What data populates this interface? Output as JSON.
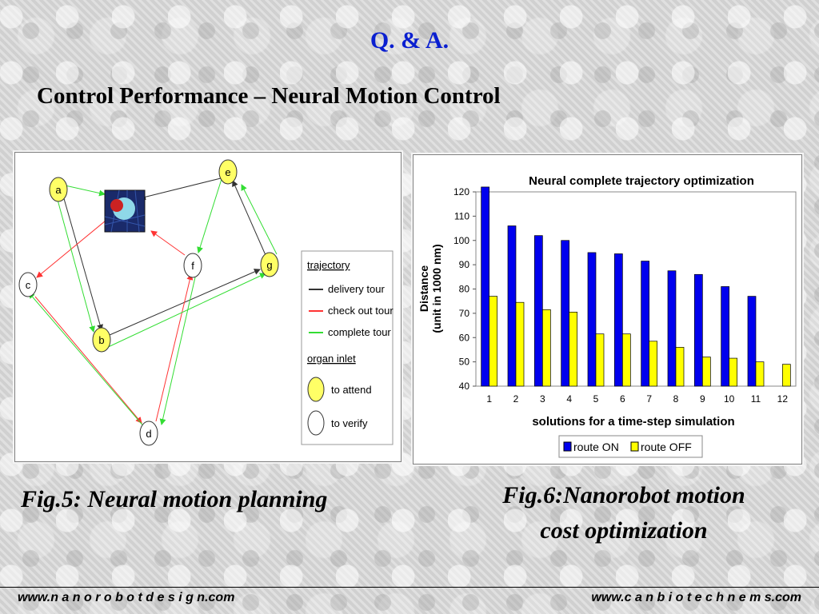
{
  "slide": {
    "title": "Q. & A.",
    "subtitle": "Control Performance – Neural Motion Control",
    "caption_left": "Fig.5: Neural motion planning",
    "caption_right_line1": "Fig.6:Nanorobot motion",
    "caption_right_line2": "cost optimization",
    "footer_left": "www.n a n o r o b o t d e s i g n.com",
    "footer_right": "www.c a n b i o t e c h n e m s.com"
  },
  "diagram": {
    "nodes": [
      {
        "id": "a",
        "label": "a",
        "color": "#ffff66"
      },
      {
        "id": "b",
        "label": "b",
        "color": "#ffff66"
      },
      {
        "id": "c",
        "label": "c",
        "color": "#ffffff"
      },
      {
        "id": "d",
        "label": "d",
        "color": "#ffffff"
      },
      {
        "id": "e",
        "label": "e",
        "color": "#ffff66"
      },
      {
        "id": "f",
        "label": "f",
        "color": "#ffffff"
      },
      {
        "id": "g",
        "label": "g",
        "color": "#ffff66"
      }
    ],
    "legend": {
      "trajectory_header": "trajectory",
      "delivery": "delivery tour",
      "checkout": "check out tour",
      "complete": "complete tour",
      "organ_header": "organ inlet",
      "attend": "to attend",
      "verify": "to verify"
    },
    "colors": {
      "delivery": "#333333",
      "checkout": "#ff3333",
      "complete": "#33dd33",
      "attend": "#ffff66",
      "verify": "#ffffff"
    }
  },
  "chart_data": {
    "type": "bar",
    "title": "Neural complete trajectory optimization",
    "xlabel": "solutions for a time-step simulation",
    "ylabel_line1": "Distance",
    "ylabel_line2": "(unit in 1000 nm)",
    "ylim": [
      40,
      120
    ],
    "yticks": [
      40,
      50,
      60,
      70,
      80,
      90,
      100,
      110,
      120
    ],
    "categories": [
      "1",
      "2",
      "3",
      "4",
      "5",
      "6",
      "7",
      "8",
      "9",
      "10",
      "11",
      "12"
    ],
    "series": [
      {
        "name": "route ON",
        "color": "#0000ee",
        "values": [
          122,
          106,
          102,
          100,
          95,
          94.5,
          91.5,
          87.5,
          86,
          81,
          77,
          null
        ]
      },
      {
        "name": "route OFF",
        "color": "#ffff00",
        "values": [
          77,
          74.5,
          71.5,
          70.5,
          61.5,
          61.5,
          58.5,
          56,
          52,
          51.5,
          50,
          49
        ]
      }
    ],
    "legend_position": "bottom",
    "grid": false
  }
}
